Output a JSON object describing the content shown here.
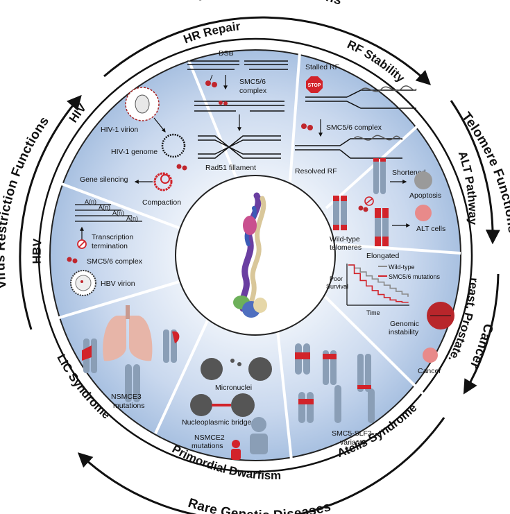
{
  "outer_labels": {
    "dna_repair": "DNA Repair Functions",
    "telomere": "Telomere Functions",
    "cancer": "Cancer",
    "rare_genetic": "Rare Genetic Diseases",
    "virus_restriction": "Virus Restriction Functions"
  },
  "ring_labels": {
    "hr_repair": "HR Repair",
    "rf_stability": "RF Stability",
    "alt_pathway": "ALT Pathway",
    "breast_prostate": "Breast, Prostate...",
    "atelis": "Atelis Syndrome",
    "primordial": "Primordial Dwarfism",
    "lic": "LIC Syndrome",
    "hbv": "HBV",
    "hiv": "HIV"
  },
  "panels": {
    "hr": {
      "dsb": "DSB",
      "smc_line1": "SMC5/6",
      "smc_line2": "complex",
      "rad51": "Rad51 fillament"
    },
    "rf": {
      "stop": "STOP",
      "stalled": "Stalled RF",
      "smc": "SMC5/6 complex",
      "resolved": "Resolved RF"
    },
    "alt": {
      "shortened": "Shortened",
      "apoptosis": "Apoptosis",
      "wild1": "Wild-type",
      "wild2": "telomeres",
      "altcells": "ALT cells",
      "elongated": "Elongated"
    },
    "cancer": {
      "legend_wt": "Wild-type",
      "legend_mut": "SMC5/6 mutations",
      "poor": "Poor",
      "survival": "Survival",
      "time": "Time",
      "genomic1": "Genomic",
      "genomic2": "instability",
      "cancer": "Cancer"
    },
    "atelis": {
      "v1": "SMC5-SLF2",
      "v2": "variants"
    },
    "dwarfism": {
      "micronuclei": "Micronuclei",
      "bridges": "Nucleoplasmic bridges",
      "m1": "NSMCE2",
      "m2": "mutations"
    },
    "lic": {
      "m1": "NSMCE3",
      "m2": "mutations"
    },
    "hbv": {
      "an": "A(n)",
      "term1": "Transcription",
      "term2": "termination",
      "smc": "SMC5/6 complex",
      "virion": "HBV virion"
    },
    "hiv": {
      "virion": "HIV-1 virion",
      "genome": "HIV-1 genome",
      "silencing": "Gene silencing",
      "compaction": "Compaction"
    }
  },
  "colors": {
    "panel_light": "#dbe6f4",
    "panel_dark": "#9fb8dc",
    "chromosome": "#8a9eb6",
    "telomere_red": "#d2232a",
    "smc_red": "#c0262d"
  },
  "chart_data": {
    "type": "line",
    "title": "",
    "xlabel": "Time",
    "ylabel": "Poor Survival",
    "series": [
      {
        "name": "Wild-type",
        "color": "#8a8a8a",
        "values": [
          1.0,
          0.92,
          0.82,
          0.72,
          0.64,
          0.56,
          0.48,
          0.4,
          0.32,
          0.25,
          0.18
        ]
      },
      {
        "name": "SMC5/6 mutations",
        "color": "#d2232a",
        "values": [
          1.0,
          0.78,
          0.6,
          0.46,
          0.34,
          0.24,
          0.16,
          0.1,
          0.06,
          0.04,
          0.03
        ]
      }
    ]
  }
}
